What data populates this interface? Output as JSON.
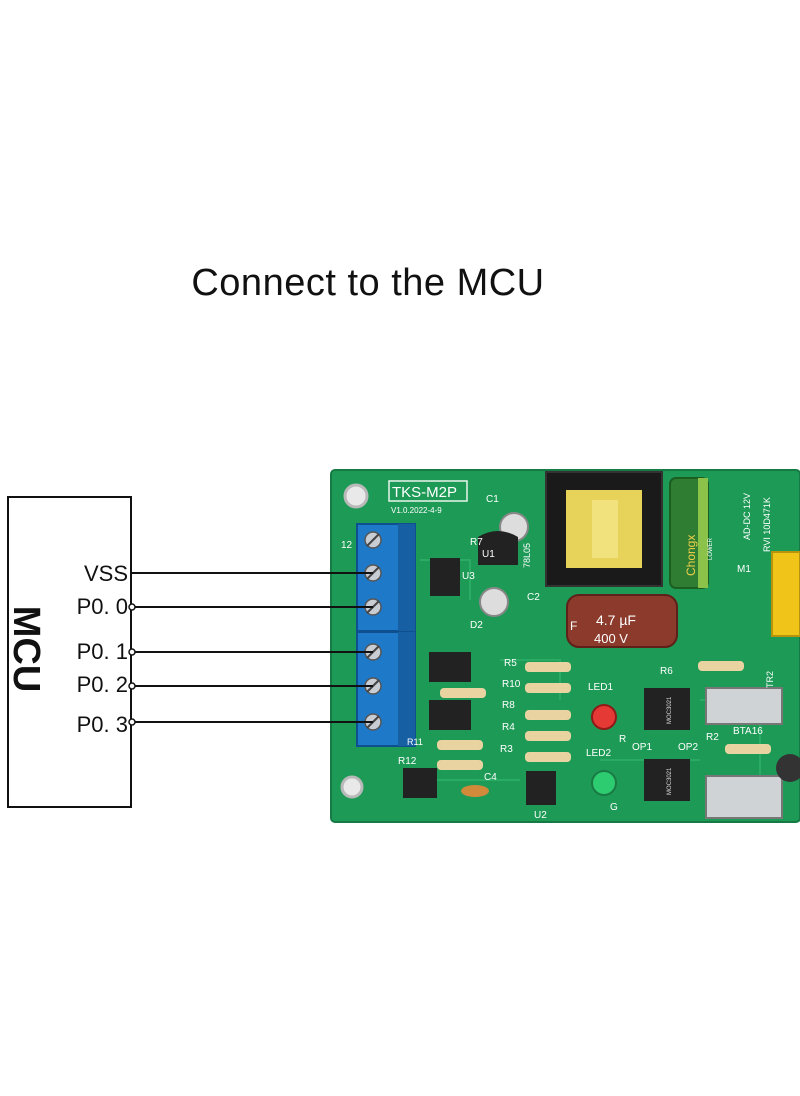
{
  "title": "Connect to the MCU",
  "mcu": {
    "name": "MCU",
    "pins": [
      {
        "label": "VSS"
      },
      {
        "label": "P0. 0"
      },
      {
        "label": "P0. 1"
      },
      {
        "label": "P0. 2"
      },
      {
        "label": "P0. 3"
      }
    ]
  },
  "board": {
    "model": "TKS-M2P",
    "version": "V1.0.2022-4-9",
    "labels": {
      "c1": "C1",
      "r7": "R7",
      "u1": "U1",
      "u3": "U3",
      "reg": "78L05",
      "c2": "C2",
      "d2": "D2",
      "j12": "12",
      "r5": "R5",
      "r10": "R10",
      "r8": "R8",
      "r4": "R4",
      "r3": "R3",
      "r11": "R11",
      "r12": "R12",
      "c4": "C4",
      "u2": "U2",
      "led1": "LED1",
      "led2": "LED2",
      "r": "R",
      "g": "G",
      "op1": "OP1",
      "op2": "OP2",
      "r6": "R6",
      "r2": "R2",
      "bta": "BTA16",
      "tr2": "TR2",
      "m1": "M1",
      "psu": "AD-DC 12V",
      "rv": "RVI 10D471K",
      "cap_value": "4.7 µF",
      "cap_voltage": "400 V",
      "cap_f": "F",
      "ecap_brand": "Chongx",
      "ecap_sub": "LOWER",
      "opto1": "MOC3021",
      "opto2": "MOC3021"
    }
  },
  "colors": {
    "pcb": "#1e9a57",
    "pcb_dark": "#157a43",
    "terminal": "#1f79c9",
    "trace": "#111111"
  }
}
